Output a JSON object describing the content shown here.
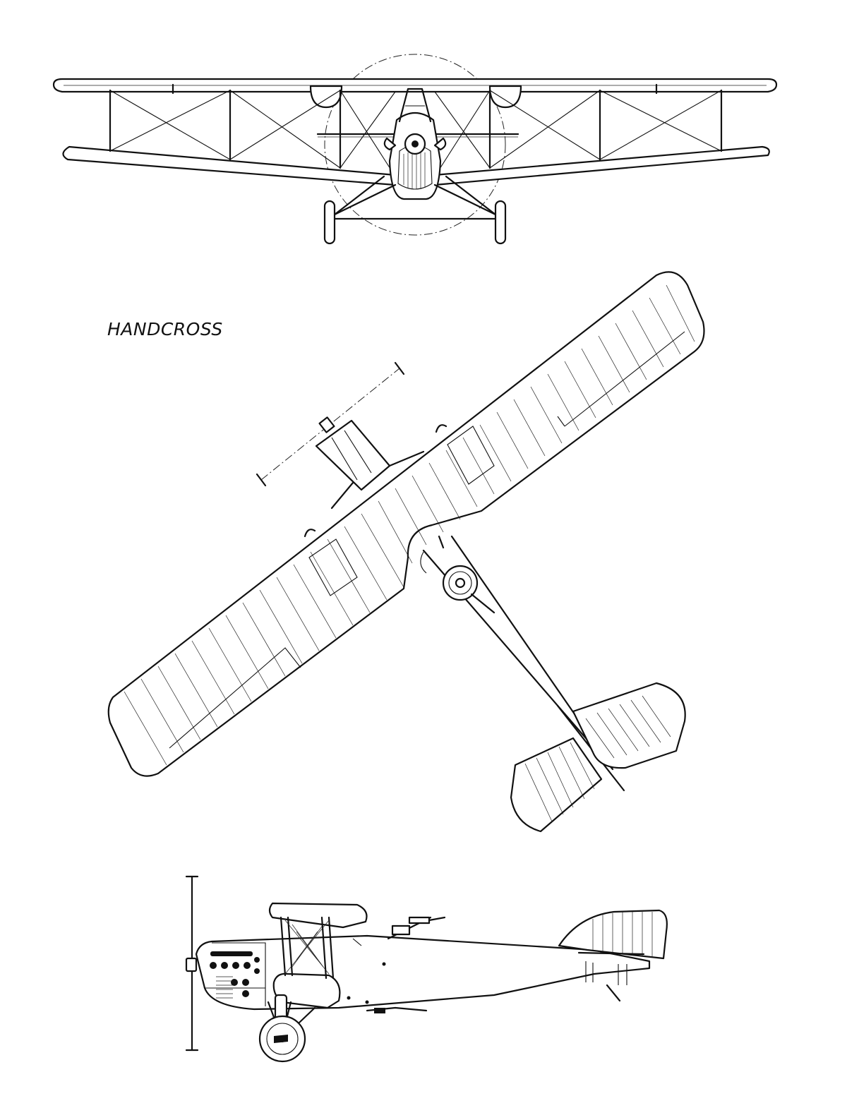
{
  "drawing": {
    "title": "HANDCROSS",
    "ink_color": "#111111",
    "background_color": "#ffffff",
    "views": [
      {
        "name": "front-view",
        "icon": "biplane-front-elevation"
      },
      {
        "name": "plan-view",
        "icon": "biplane-top-plan"
      },
      {
        "name": "side-view",
        "icon": "biplane-side-elevation"
      }
    ]
  }
}
